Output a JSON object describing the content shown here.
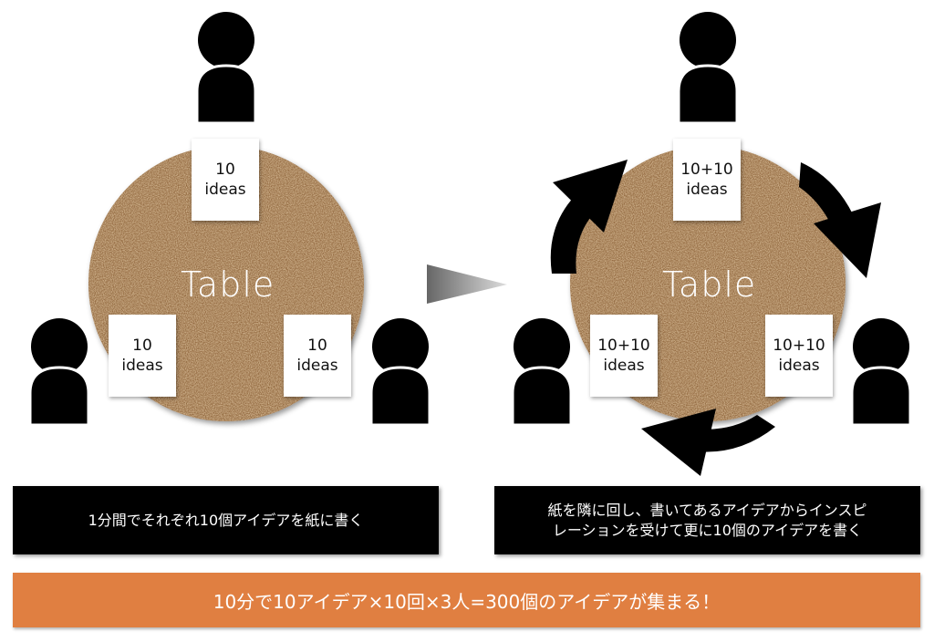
{
  "left_panel": {
    "table_label": "Table",
    "papers": [
      {
        "line1": "10",
        "line2": "ideas"
      },
      {
        "line1": "10",
        "line2": "ideas"
      },
      {
        "line1": "10",
        "line2": "ideas"
      }
    ],
    "caption": "1分間でそれぞれ10個アイデアを紙に書く"
  },
  "right_panel": {
    "table_label": "Table",
    "papers": [
      {
        "line1": "10+10",
        "line2": "ideas"
      },
      {
        "line1": "10+10",
        "line2": "ideas"
      },
      {
        "line1": "10+10",
        "line2": "ideas"
      }
    ],
    "caption_line1": "紙を隣に回し、書いてあるアイデアからインスピ",
    "caption_line2": "レーションを受けて更に10個のアイデアを書く"
  },
  "summary": "10分で10アイデア×10回×3人=300個のアイデアが集まる！",
  "colors": {
    "summary_bg": "#e07f41",
    "cork": "#b98a57",
    "caption_bg": "#000000"
  }
}
